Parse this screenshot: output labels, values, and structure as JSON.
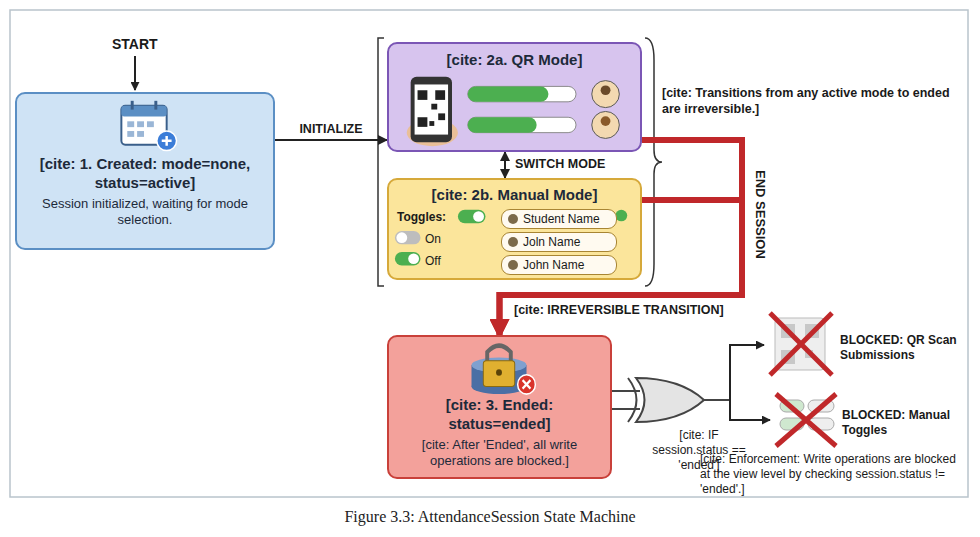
{
  "diagram": {
    "caption": "Figure 3.3: AttendanceSession State Machine",
    "nodes": [
      {
        "text": [
          "[cite: 1. Created: mode=none, status=active]",
          "Session initialized, waiting for mode selection."
        ]
      },
      {
        "text": [
          "[cite: 2a. QR Mode]"
        ]
      },
      {
        "text": [
          "[cite: 2b. Manual Mode]",
          "Toggles:",
          "On",
          "Off",
          "Student Name",
          "Joln Name",
          "John Name"
        ]
      },
      {
        "text": [
          "[cite: 3. Ended: status=ended]",
          "[cite: After 'Ended', all write operations are blocked.]"
        ]
      }
    ],
    "edges": [
      {
        "from": 0,
        "to": 1,
        "arrow": "to",
        "label": "INITIALIZE"
      },
      {
        "from": 1,
        "to": 2,
        "arrow": "both",
        "label": "SWITCH MODE"
      },
      {
        "from": 1,
        "to": 3,
        "arrow": "to",
        "label": "END SESSION"
      },
      {
        "from": 2,
        "to": 3,
        "arrow": "to"
      }
    ],
    "labels": [
      "START",
      "[cite: Transitions from any active mode to ended are irreversible.]",
      "[cite: IRREVERSIBLE TRANSITION]",
      "[cite: IF session.status == 'ended']",
      "BLOCKED: QR Scan Submissions",
      "BLOCKED: Manual Toggles",
      "[cite: Enforcement: Write operations are blocked at the view level by checking session.status != 'ended'.]"
    ]
  }
}
